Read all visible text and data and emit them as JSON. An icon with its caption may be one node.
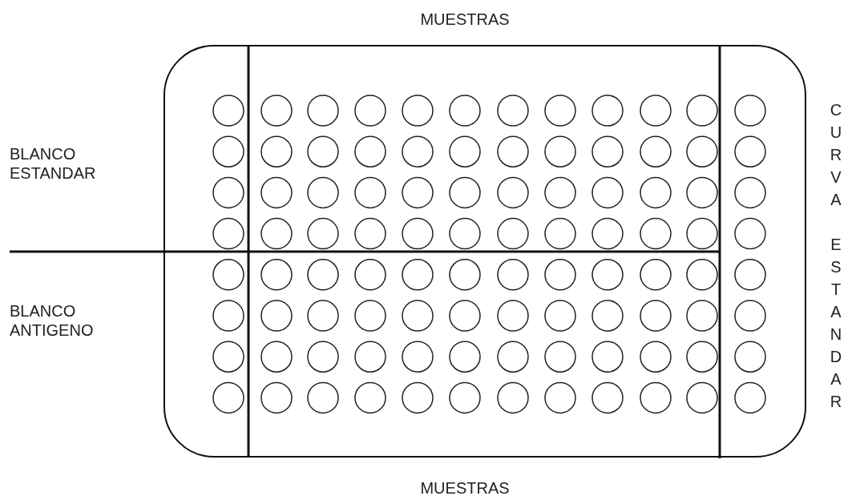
{
  "diagram": {
    "labels": [
      "MUESTRAS",
      "BLANCO ESTANDAR",
      "BLANCO ANTIGENO",
      "CURVA ESTANDAR",
      "MUESTRAS"
    ]
  }
}
